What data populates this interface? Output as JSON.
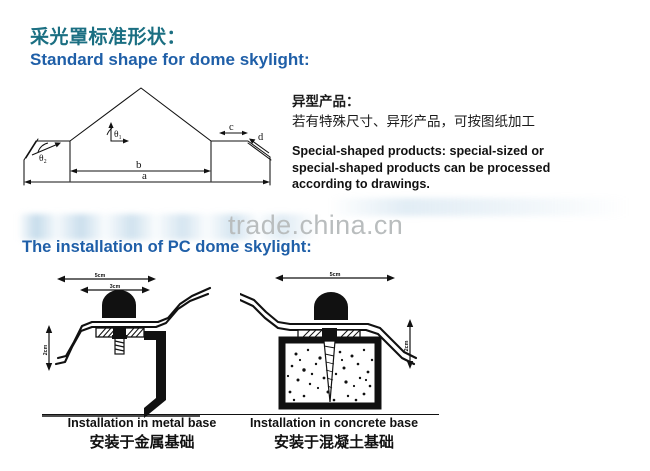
{
  "section1": {
    "title_cn": "采光罩标准形状：",
    "title_en": "Standard shape for dome skylight:",
    "diagram": {
      "name": "dome-skylight-cross-section",
      "labels": {
        "a": "a",
        "b": "b",
        "c": "c",
        "d": "d",
        "theta1": "θ₁",
        "theta2": "θ₂"
      }
    },
    "note": {
      "cn_title": "异型产品：",
      "cn_body": "若有特殊尺寸、异形产品，可按图纸加工",
      "en_line1": "Special-shaped products: special-sized or",
      "en_line2": "special-shaped products can be processed",
      "en_line3": "according to drawings."
    }
  },
  "section2": {
    "title_en": "The installation of PC dome skylight:",
    "left_diagram": {
      "name": "installation-metal-base",
      "dim_top_outer": "5cm",
      "dim_top_inner": "3cm",
      "dim_side": "2cm",
      "caption_en": "Installation in metal base",
      "caption_cn": "安装于金属基础"
    },
    "right_diagram": {
      "name": "installation-concrete-base",
      "dim_top": "5cm",
      "dim_side": "2cm",
      "caption_en": "Installation in concrete base",
      "caption_cn": "安装于混凝土基础"
    }
  },
  "watermark": {
    "text": "trade.china.cn"
  },
  "colors": {
    "title_cn": "#1b6f82",
    "title_en": "#1f5fa8",
    "line": "#111111",
    "watermark": "#b9bdbe",
    "background": "#ffffff"
  }
}
